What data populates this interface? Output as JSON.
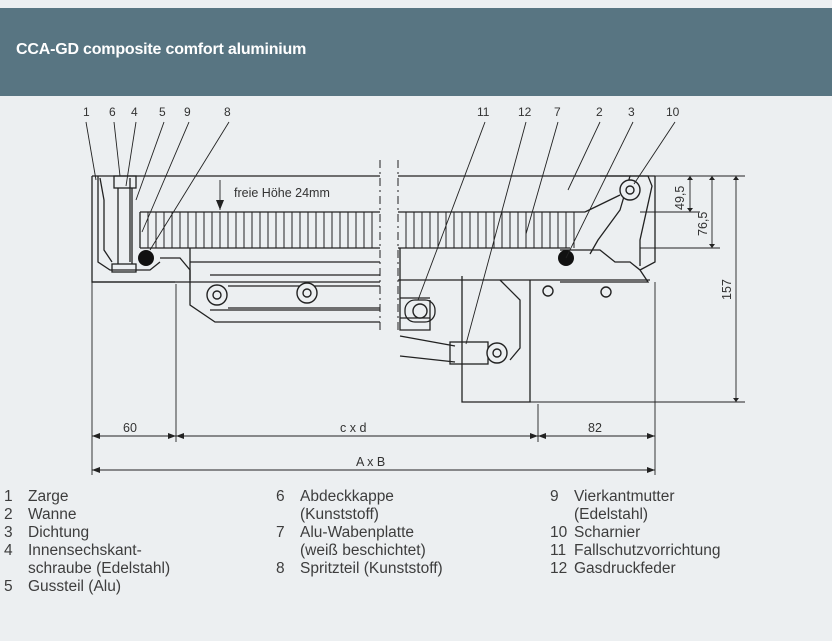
{
  "header": {
    "title": "CCA-GD composite comfort aluminium",
    "color": "#587582"
  },
  "drawing": {
    "callouts": [
      "1",
      "6",
      "4",
      "5",
      "9",
      "8",
      "11",
      "12",
      "7",
      "2",
      "3",
      "10"
    ],
    "free_height_label": "freie Höhe 24mm",
    "dim_49": "49,5",
    "dim_76": "76,5",
    "dim_157": "157",
    "dim_60": "60",
    "dim_cxd": "c x d",
    "dim_82": "82",
    "dim_axb": "A x B"
  },
  "legend": {
    "col1": [
      {
        "num": "1",
        "text": "Zarge"
      },
      {
        "num": "2",
        "text": "Wanne"
      },
      {
        "num": "3",
        "text": "Dichtung"
      },
      {
        "num": "4",
        "text": "Innensechskant-\nschraube (Edelstahl)"
      },
      {
        "num": "5",
        "text": "Gussteil (Alu)"
      }
    ],
    "col2": [
      {
        "num": "6",
        "text": "Abdeckkappe\n(Kunststoff)"
      },
      {
        "num": "7",
        "text": "Alu-Wabenplatte\n(weiß beschichtet)"
      },
      {
        "num": "8",
        "text": "Spritzteil (Kunststoff)"
      }
    ],
    "col3": [
      {
        "num": "9",
        "text": "Vierkantmutter\n(Edelstahl)"
      },
      {
        "num": "10",
        "text": "Scharnier"
      },
      {
        "num": "11",
        "text": "Fallschutzvorrichtung"
      },
      {
        "num": "12",
        "text": "Gasdruckfeder"
      }
    ]
  }
}
